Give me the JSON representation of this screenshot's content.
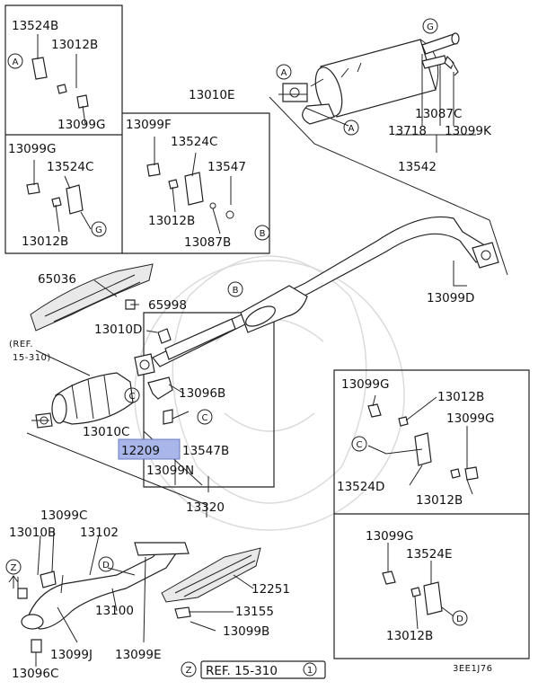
{
  "diagram": {
    "part_numbers": {
      "p13524b": "13524B",
      "p13012b_a": "13012B",
      "p13099g_a": "13099G",
      "p13099g_b": "13099G",
      "p13524c_a": "13524C",
      "p13012b_b": "13012B",
      "p13099f": "13099F",
      "p13524c_b": "13524C",
      "p13547": "13547",
      "p13012b_c": "13012B",
      "p13087b": "13087B",
      "p13010e": "13010E",
      "p13087c": "13087C",
      "p13718": "13718",
      "p13099k": "13099K",
      "p13542": "13542",
      "p13099d": "13099D",
      "p65036": "65036",
      "p65998": "65998",
      "p13010d": "13010D",
      "p13096b": "13096B",
      "p13010c": "13010C",
      "p12209": "12209",
      "p13547b": "13547B",
      "p13099n": "13099N",
      "p13320": "13320",
      "p13099g_c": "13099G",
      "p13012b_d": "13012B",
      "p13099g_d": "13099G",
      "p13524d": "13524D",
      "p13012b_e": "13012B",
      "p13099g_e": "13099G",
      "p13524e": "13524E",
      "p13012b_f": "13012B",
      "p13099c": "13099C",
      "p13010b": "13010B",
      "p13102": "13102",
      "p12251": "12251",
      "p13155": "13155",
      "p13100": "13100",
      "p13099j": "13099J",
      "p13099e": "13099E",
      "p13099b": "13099B",
      "p13096c": "13096C"
    },
    "ref_a": "(REF.",
    "ref_a2": "15-310)",
    "ref_b": "REF. 15-310",
    "ref_b_num": "1",
    "ref_b_letter": "Z",
    "callouts": {
      "a1": "A",
      "a2": "A",
      "a3": "A",
      "b1": "B",
      "b2": "B",
      "c1": "C",
      "c2": "C",
      "c3": "C",
      "d1": "D",
      "d2": "D",
      "g1": "G",
      "g2": "G",
      "z1": "Z"
    },
    "drawing_code": "3EE1J76",
    "highlighted_part": "12209",
    "highlight_color": "#a9b6ea"
  }
}
